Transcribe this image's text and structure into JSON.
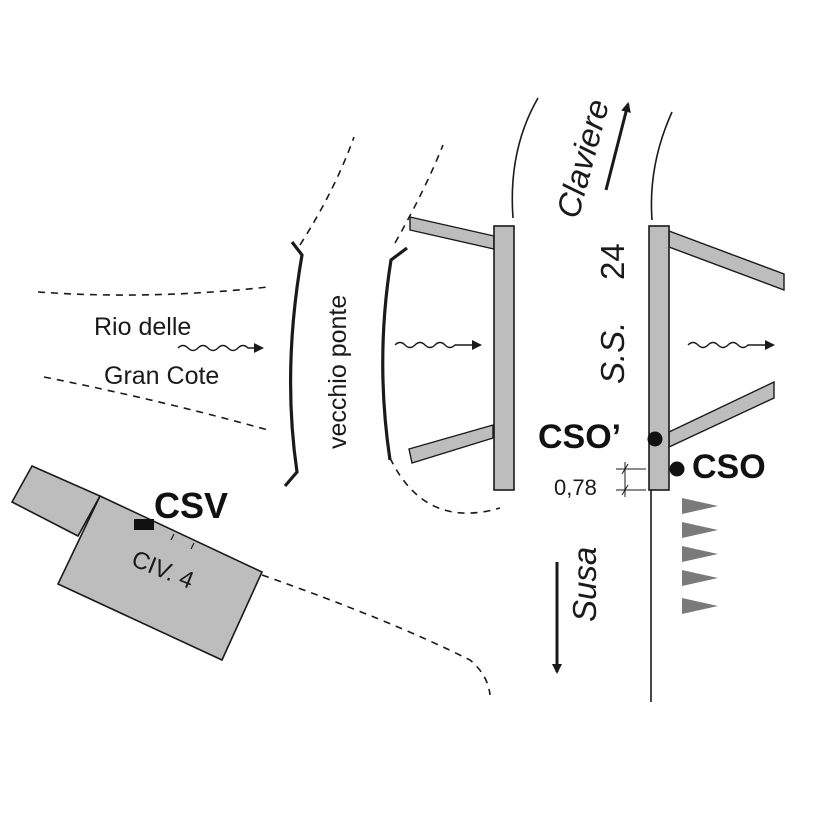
{
  "labels": {
    "rio_line1": "Rio delle",
    "rio_line2": "Gran Cote",
    "vecchio_ponte": "vecchio ponte",
    "claviere": "Claviere",
    "ss24_prefix": "S.S.",
    "ss24_number": "24",
    "susa": "Susa",
    "cso_prime": "CSO’",
    "cso": "CSO",
    "csv": "CSV",
    "civ": "CIV. 4",
    "offset": "0,78"
  },
  "colors": {
    "structure_fill": "#bdbdbd",
    "line": "#1a1a1a",
    "tree_fill": "#7a7a7a"
  },
  "icons": {
    "flow": "wavy-arrow-icon",
    "direction": "arrow-icon",
    "point": "survey-point-icon",
    "tree": "tree-icon"
  }
}
